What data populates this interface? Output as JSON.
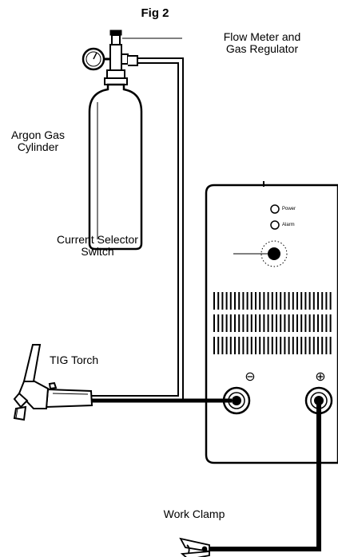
{
  "figure": {
    "title": "Fig 2"
  },
  "labels": {
    "flow_meter": [
      "Flow Meter and",
      "Gas Regulator"
    ],
    "gas_cylinder": [
      "Argon Gas",
      "Cylinder"
    ],
    "current_selector": [
      "Current Selector",
      "Switch"
    ],
    "tig_torch": "TIG Torch",
    "work_clamp": "Work Clamp"
  },
  "panel": {
    "indicators": [
      "Power",
      "Alarm"
    ],
    "terminal_symbols": {
      "negative": "⊖",
      "positive": "⊕"
    }
  }
}
